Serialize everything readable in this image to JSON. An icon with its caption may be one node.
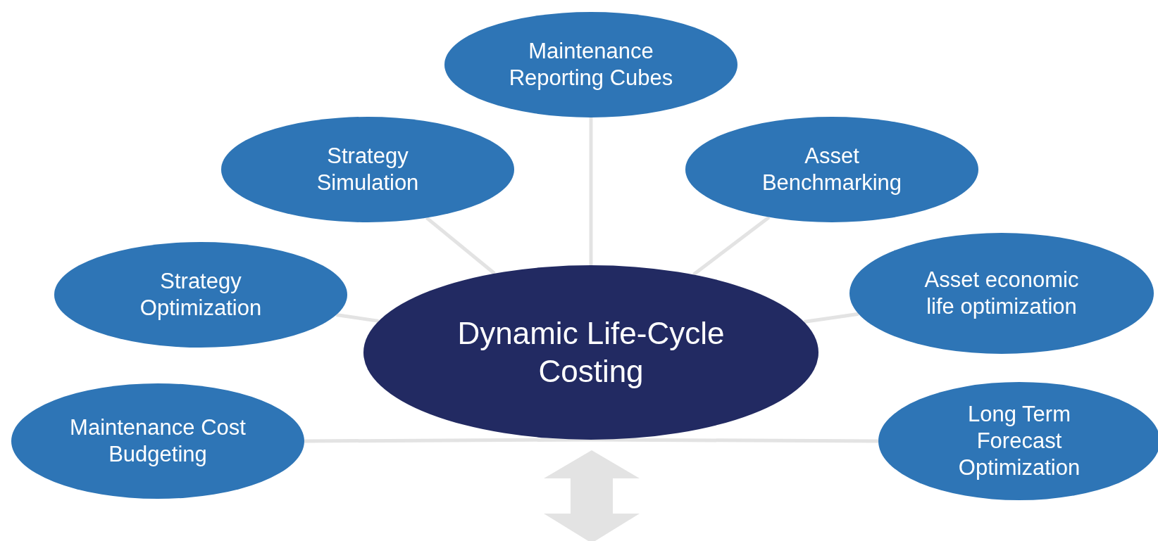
{
  "diagram": {
    "nodes": [
      {
        "text": [
          "Maintenance Reporting Cubes"
        ]
      },
      {
        "text": [
          "Strategy Simulation"
        ]
      },
      {
        "text": [
          "Asset Benchmarking"
        ]
      },
      {
        "text": [
          "Strategy Optimization"
        ]
      },
      {
        "text": [
          "Asset economic life optimization"
        ]
      },
      {
        "text": [
          "Dynamic Life-Cycle Costing"
        ]
      },
      {
        "text": [
          "Maintenance Cost Budgeting"
        ]
      },
      {
        "text": [
          "Long Term Forecast Optimization"
        ]
      }
    ],
    "edges": [
      {
        "from": 0,
        "to": 5,
        "arrow": "none"
      },
      {
        "from": 1,
        "to": 5,
        "arrow": "none"
      },
      {
        "from": 2,
        "to": 5,
        "arrow": "none"
      },
      {
        "from": 3,
        "to": 5,
        "arrow": "none"
      },
      {
        "from": 4,
        "to": 5,
        "arrow": "none"
      },
      {
        "from": 6,
        "to": 5,
        "arrow": "none"
      },
      {
        "from": 7,
        "to": 5,
        "arrow": "none"
      }
    ]
  }
}
